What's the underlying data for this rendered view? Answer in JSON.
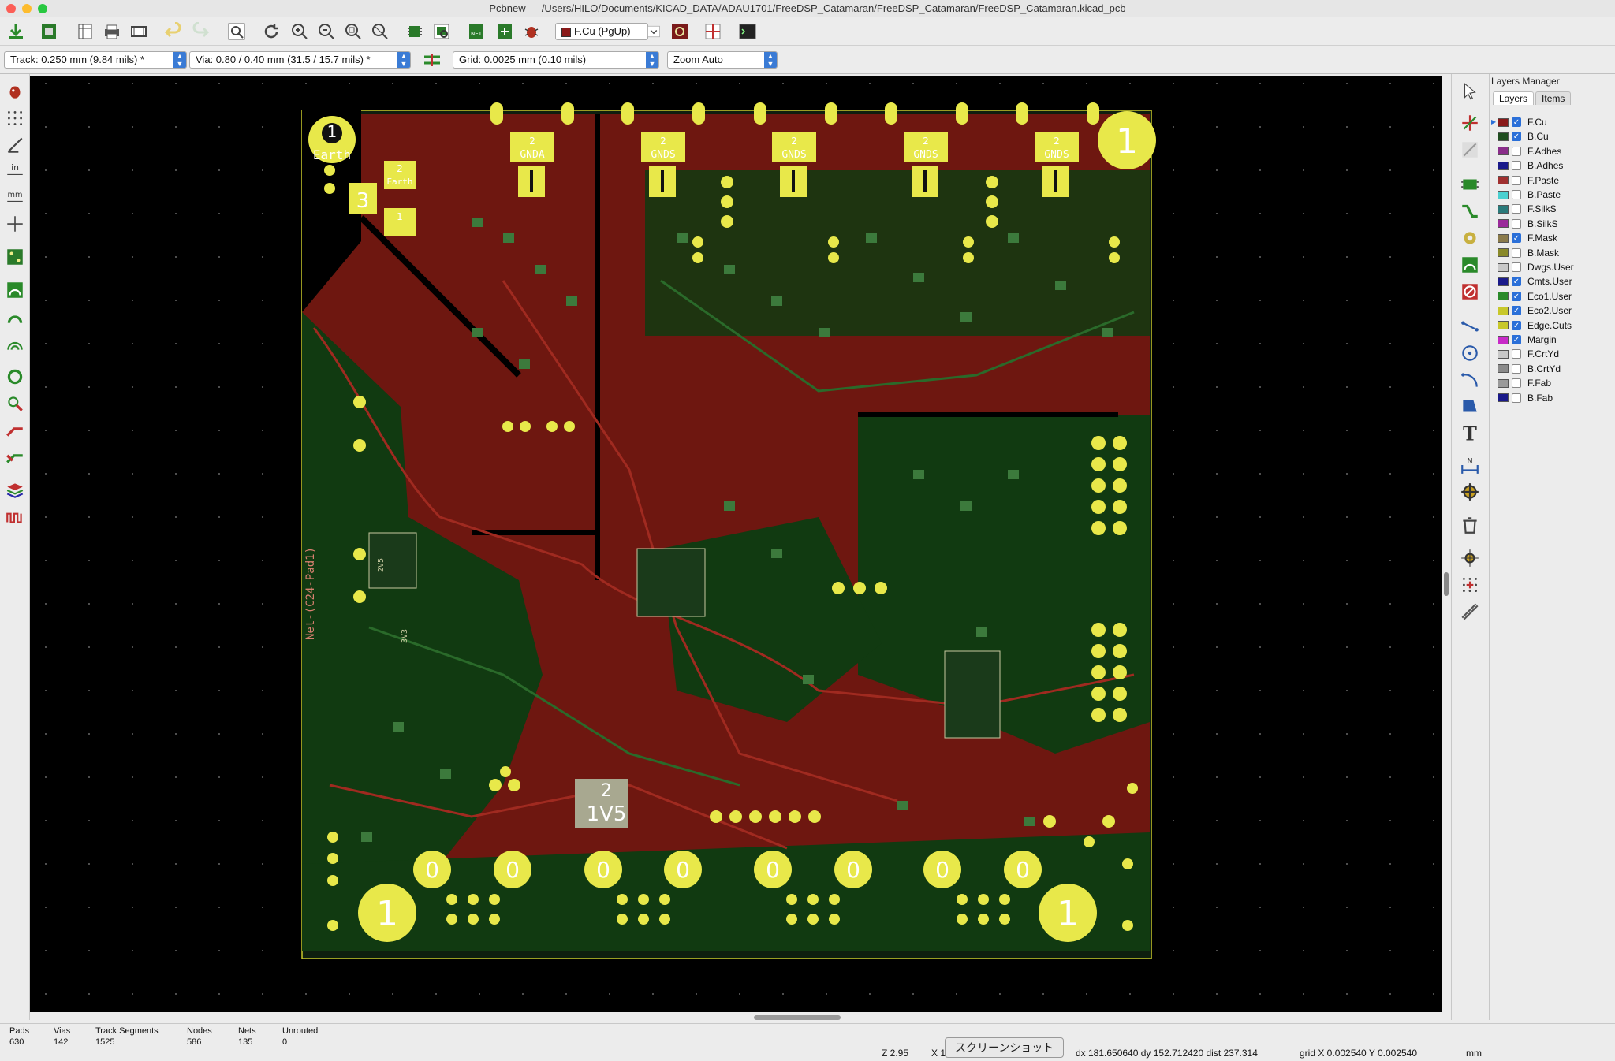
{
  "window": {
    "title": "Pcbnew — /Users/HILO/Documents/KICAD_DATA/ADAU1701/FreeDSP_Catamaran/FreeDSP_Catamaran/FreeDSP_Catamaran.kicad_pcb"
  },
  "toolbar": {
    "layer_select": "F.Cu (PgUp)",
    "track": "Track: 0.250 mm (9.84 mils) *",
    "via": "Via: 0.80 / 0.40 mm (31.5 / 15.7 mils) *",
    "grid": "Grid: 0.0025 mm (0.10 mils)",
    "zoom": "Zoom Auto"
  },
  "board": {
    "labels": {
      "earth_pad": "1",
      "earth_text": "Earth",
      "three": "3",
      "gnda": "GNDA",
      "gnds": "GNDS",
      "two": "2",
      "one": "1",
      "zero": "0",
      "onevfive": "1V5",
      "net_label": "Net-(C24-Pad1)",
      "twov5": "2V5",
      "threev3": "3V3",
      "earthsmall": "Earth"
    }
  },
  "layers_panel": {
    "title": "Layers Manager",
    "tabs": [
      "Layers",
      "Items"
    ],
    "items": [
      {
        "name": "F.Cu",
        "color": "#8a1a1a",
        "checked": true
      },
      {
        "name": "B.Cu",
        "color": "#1f4d1f",
        "checked": true
      },
      {
        "name": "F.Adhes",
        "color": "#8a2d8a",
        "checked": false
      },
      {
        "name": "B.Adhes",
        "color": "#1a1a8a",
        "checked": false
      },
      {
        "name": "F.Paste",
        "color": "#a03030",
        "checked": false
      },
      {
        "name": "B.Paste",
        "color": "#4ad0d0",
        "checked": false
      },
      {
        "name": "F.SilkS",
        "color": "#2a7a7a",
        "checked": false
      },
      {
        "name": "B.SilkS",
        "color": "#9a2a9a",
        "checked": false
      },
      {
        "name": "F.Mask",
        "color": "#8a7a4a",
        "checked": true
      },
      {
        "name": "B.Mask",
        "color": "#8a8a2a",
        "checked": false
      },
      {
        "name": "Dwgs.User",
        "color": "#c8c8c8",
        "checked": false
      },
      {
        "name": "Cmts.User",
        "color": "#1a1a8a",
        "checked": true
      },
      {
        "name": "Eco1.User",
        "color": "#2a8a2a",
        "checked": true
      },
      {
        "name": "Eco2.User",
        "color": "#c8c82a",
        "checked": true
      },
      {
        "name": "Edge.Cuts",
        "color": "#c8c82a",
        "checked": true
      },
      {
        "name": "Margin",
        "color": "#c82ac8",
        "checked": true
      },
      {
        "name": "F.CrtYd",
        "color": "#c8c8c8",
        "checked": false
      },
      {
        "name": "B.CrtYd",
        "color": "#8a8a8a",
        "checked": false
      },
      {
        "name": "F.Fab",
        "color": "#9a9a9a",
        "checked": false
      },
      {
        "name": "B.Fab",
        "color": "#1a1a8a",
        "checked": false
      }
    ]
  },
  "status": {
    "pads_label": "Pads",
    "pads": "630",
    "vias_label": "Vias",
    "vias": "142",
    "tracks_label": "Track Segments",
    "tracks": "1525",
    "nodes_label": "Nodes",
    "nodes": "586",
    "nets_label": "Nets",
    "nets": "135",
    "unrouted_label": "Unrouted",
    "unrouted": "0",
    "zoom": "Z 2.95",
    "x_prefix": "X 1",
    "dxdy": "dx 181.650640  dy 152.712420  dist 237.314",
    "grid": "grid X 0.002540  Y 0.002540",
    "units": "mm",
    "tooltip": "スクリーンショット"
  }
}
